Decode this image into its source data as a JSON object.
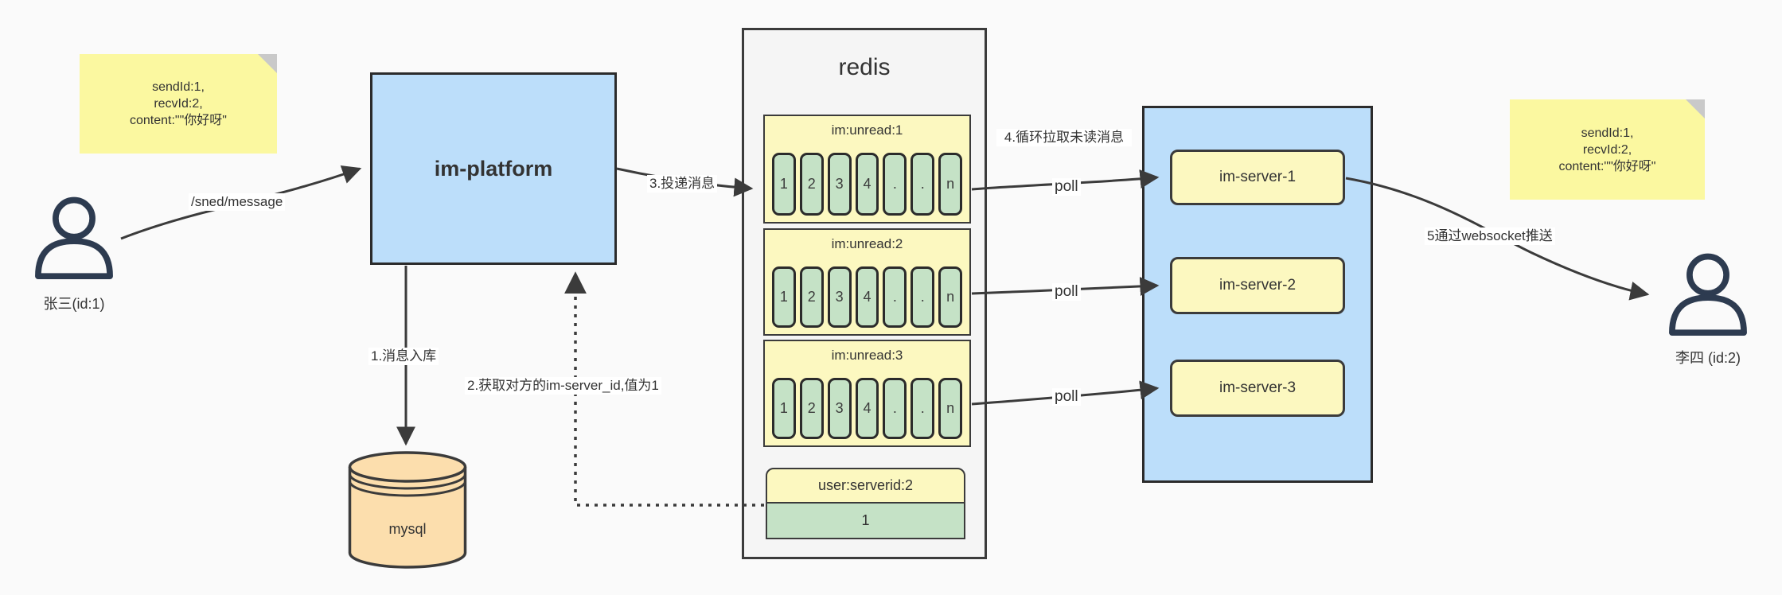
{
  "colors": {
    "background": "#fafafa",
    "blue_fill": "#bcdefa",
    "yellow_fill": "#fcf8c0",
    "green_fill": "#c5e2c6",
    "note_fill": "#fbf8a0",
    "peach_fill": "#fcdead",
    "container_fill": "#f5f5f5",
    "line": "#3b3b3b",
    "border_dark": "#2b2b2b",
    "text": "#333333",
    "fold": "#c9c9c9",
    "person_stroke": "#2d3b50"
  },
  "notes": {
    "left": {
      "lines": [
        "sendId:1,",
        "recvId:2,",
        "content:\"\"你好呀\""
      ]
    },
    "right": {
      "lines": [
        "sendId:1,",
        "recvId:2,",
        "content:\"\"你好呀\""
      ]
    }
  },
  "actors": {
    "sender": {
      "label": "张三(id:1)"
    },
    "receiver": {
      "label": "李四 (id:2)"
    }
  },
  "platform": {
    "label": "im-platform"
  },
  "database": {
    "label": "mysql"
  },
  "redis": {
    "title": "redis",
    "queues": [
      {
        "header": "im:unread:1",
        "cells": [
          "1",
          "2",
          "3",
          "4",
          ".",
          ".",
          "n"
        ]
      },
      {
        "header": "im:unread:2",
        "cells": [
          "1",
          "2",
          "3",
          "4",
          ".",
          ".",
          "n"
        ]
      },
      {
        "header": "im:unread:3",
        "cells": [
          "1",
          "2",
          "3",
          "4",
          ".",
          ".",
          "n"
        ]
      }
    ],
    "mapping": {
      "header": "user:serverid:2",
      "value": "1"
    }
  },
  "servers": [
    {
      "label": "im-server-1"
    },
    {
      "label": "im-server-2"
    },
    {
      "label": "im-server-3"
    }
  ],
  "edges": {
    "send_label": "/sned/message",
    "step1_label": "1.消息入库",
    "step2_label": "2.获取对方的im-server_id,值为1",
    "step3_label": "3.投递消息",
    "step4_label": "4.循环拉取未读消息",
    "poll_label": "poll",
    "step5_label": "5通过websocket推送"
  }
}
